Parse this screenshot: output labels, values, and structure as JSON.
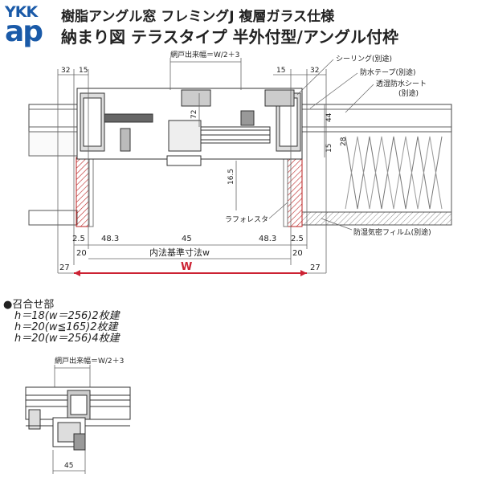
{
  "logo": {
    "top": "YKK",
    "bottom": "ap"
  },
  "title_line1": "樹脂アングル窓 フレミングJ 複層ガラス仕様",
  "title_line2": "納まり図 テラスタイプ 半外付型/アングル付枠",
  "callouts": {
    "sealing": "シーリング(別途)",
    "waterproof_tape": "防水テープ(別途)",
    "sheet_1": "透湿防水シート",
    "sheet_2": "(別途)",
    "lath": "ラフォレスタ",
    "vapor_film": "防湿気密フィルム(別途)"
  },
  "dims": {
    "screen_width": "網戸出来幅＝W/2＋3",
    "d32_left": "32",
    "d15_left": "15",
    "d15_right": "15",
    "d32_right": "32",
    "d44": "44",
    "d72": "72",
    "d28": "28",
    "d15_v": "15",
    "d16_5": "16.5",
    "d2_5_left": "2.5",
    "d48_3_left": "48.3",
    "d45": "45",
    "d48_3_right": "48.3",
    "d2_5_right": "2.5",
    "d20_left": "20",
    "inner_std": "内法基準寸法w",
    "d20_right": "20",
    "d27_left": "27",
    "W": "W",
    "d27_right": "27"
  },
  "notes": {
    "heading": "●召合せ部",
    "line1": "h＝18(w＝256)2枚建",
    "line2": "h＝20(w≦165)2枚建",
    "line3": "h＝20(w＝256)4枚建"
  },
  "detail": {
    "screen_width": "網戸出来幅＝W/2＋3",
    "d45": "45"
  },
  "colors": {
    "brand": "#1a5aa8",
    "highlight": "#cc2233"
  }
}
